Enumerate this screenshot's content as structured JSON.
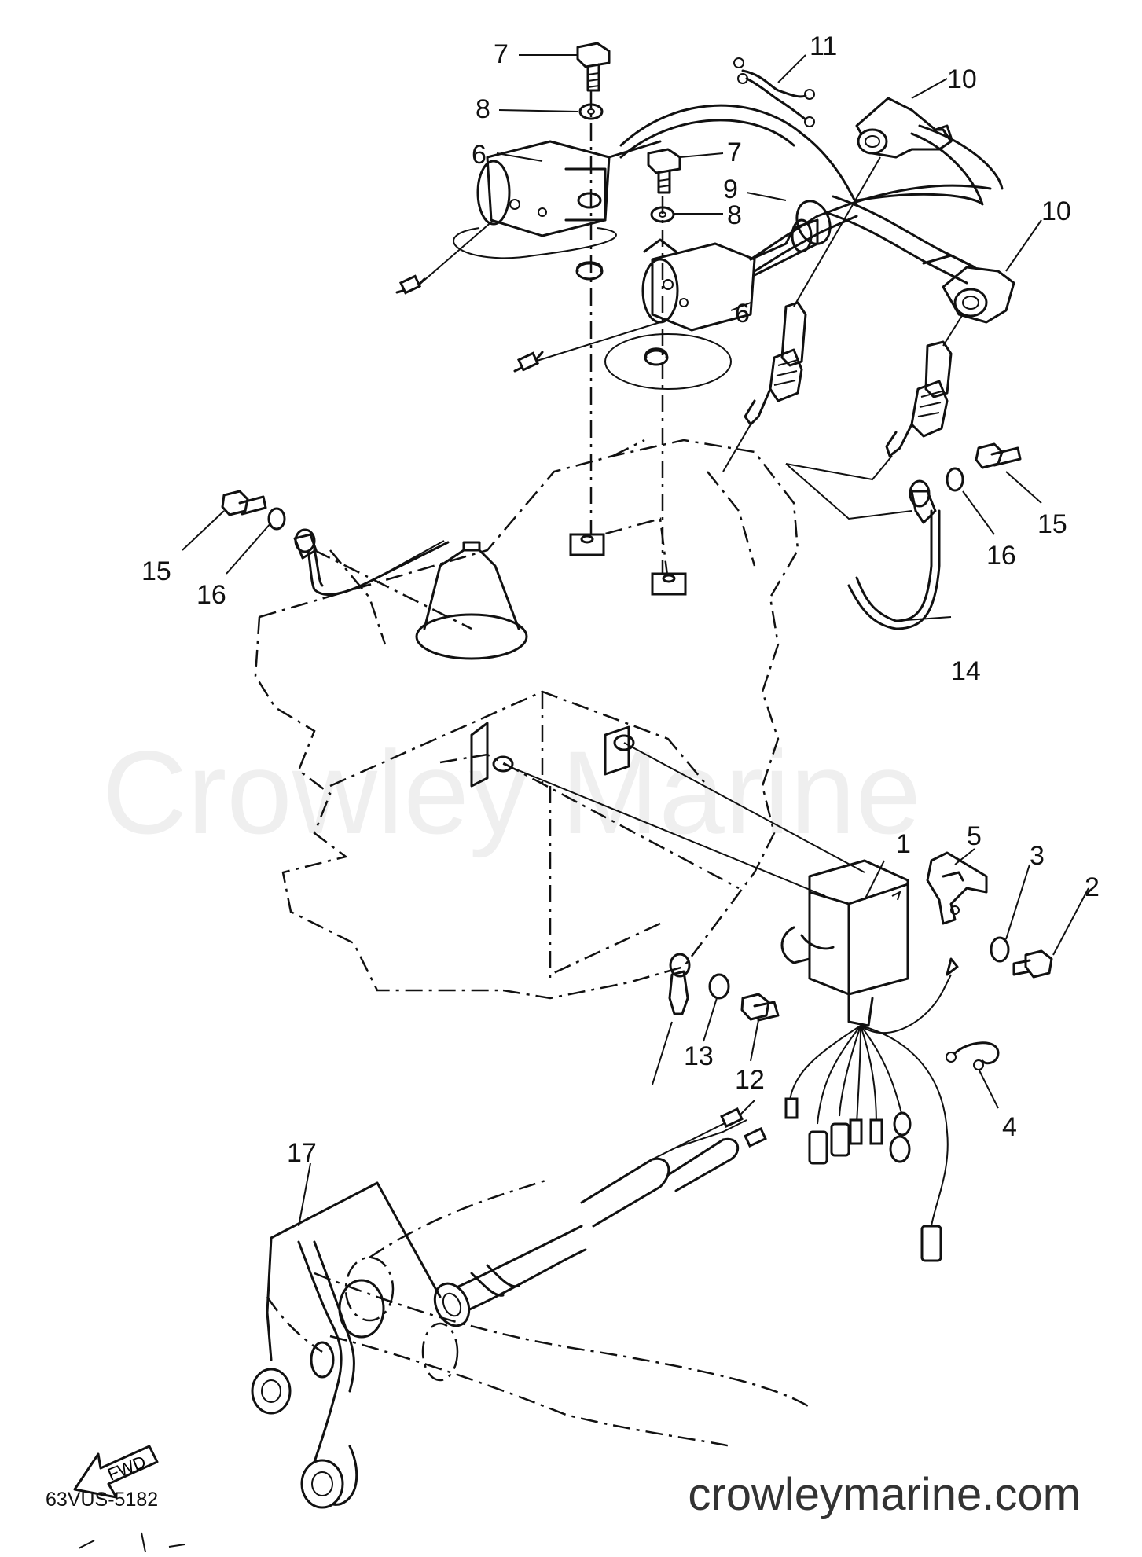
{
  "diagram": {
    "watermark": "Crowley Marine",
    "website": "crowleymarine.com",
    "part_code": "63VUS-5182",
    "direction_label": "FWD",
    "callouts": [
      {
        "id": "c1",
        "label": "1"
      },
      {
        "id": "c2",
        "label": "2"
      },
      {
        "id": "c3",
        "label": "3"
      },
      {
        "id": "c4",
        "label": "4"
      },
      {
        "id": "c5",
        "label": "5"
      },
      {
        "id": "c6a",
        "label": "6"
      },
      {
        "id": "c6b",
        "label": "6"
      },
      {
        "id": "c7a",
        "label": "7"
      },
      {
        "id": "c7b",
        "label": "7"
      },
      {
        "id": "c8a",
        "label": "8"
      },
      {
        "id": "c8b",
        "label": "8"
      },
      {
        "id": "c9",
        "label": "9"
      },
      {
        "id": "c10a",
        "label": "10"
      },
      {
        "id": "c10b",
        "label": "10"
      },
      {
        "id": "c11",
        "label": "11"
      },
      {
        "id": "c12",
        "label": "12"
      },
      {
        "id": "c13",
        "label": "13"
      },
      {
        "id": "c14",
        "label": "14"
      },
      {
        "id": "c15a",
        "label": "15"
      },
      {
        "id": "c15b",
        "label": "15"
      },
      {
        "id": "c16a",
        "label": "16"
      },
      {
        "id": "c16b",
        "label": "16"
      },
      {
        "id": "c17",
        "label": "17"
      }
    ]
  }
}
